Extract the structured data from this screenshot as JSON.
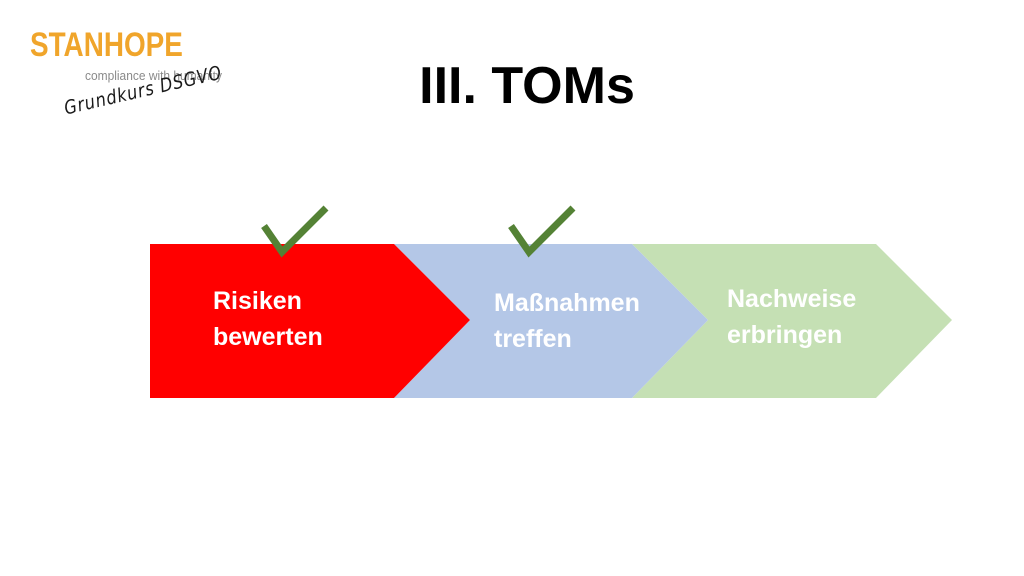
{
  "logo": {
    "brand": "STANHOPE",
    "tagline": "compliance with humanity",
    "color": "#f0a52b"
  },
  "course_label": "Grundkurs DSGVO",
  "title": "III. TOMs",
  "steps": [
    {
      "line1": "Risiken",
      "line2": "bewerten",
      "color": "#ff0000",
      "checked": true
    },
    {
      "line1": "Maßnahmen",
      "line2": "treffen",
      "color": "#b4c7e7",
      "checked": true
    },
    {
      "line1": "Nachweise",
      "line2": "erbringen",
      "color": "#c5e0b4",
      "checked": false
    }
  ],
  "check_color": "#548235"
}
